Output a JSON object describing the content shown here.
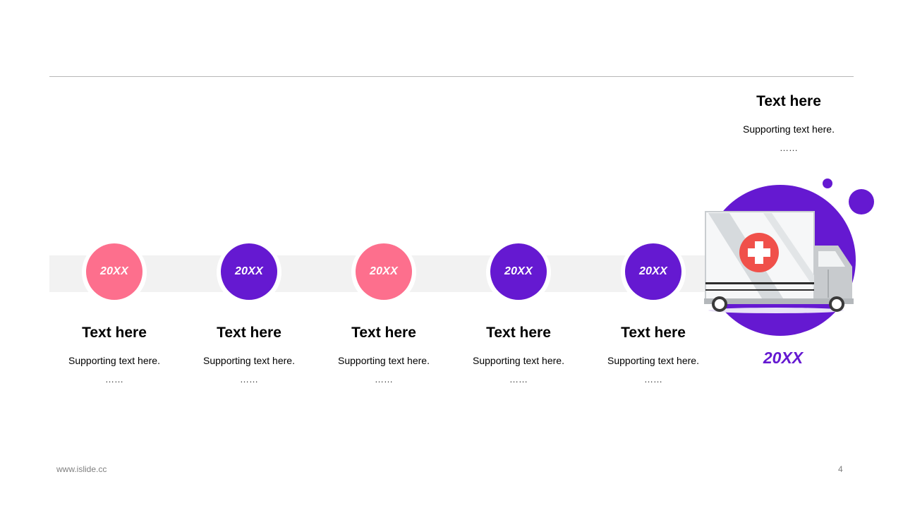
{
  "colors": {
    "pink": "#fd6f8d",
    "purple": "#6519d1",
    "band": "#f2f2f2",
    "cross_red": "#f0504a"
  },
  "timeline": {
    "nodes": [
      {
        "year": "20XX",
        "color": "pink",
        "title": "Text here",
        "subtitle": "Supporting text here.",
        "dots": "……"
      },
      {
        "year": "20XX",
        "color": "purple",
        "title": "Text here",
        "subtitle": "Supporting text here.",
        "dots": "……"
      },
      {
        "year": "20XX",
        "color": "pink",
        "title": "Text here",
        "subtitle": "Supporting text here.",
        "dots": "……"
      },
      {
        "year": "20XX",
        "color": "purple",
        "title": "Text here",
        "subtitle": "Supporting text here.",
        "dots": "……"
      },
      {
        "year": "20XX",
        "color": "purple",
        "title": "Text here",
        "subtitle": "Supporting text here.",
        "dots": "……"
      }
    ],
    "final": {
      "title": "Text here",
      "subtitle": "Supporting text here.",
      "dots": "……",
      "year": "20XX",
      "icon": "ambulance-icon"
    }
  },
  "footer": {
    "website": "www.islide.cc",
    "page_number": "4"
  }
}
